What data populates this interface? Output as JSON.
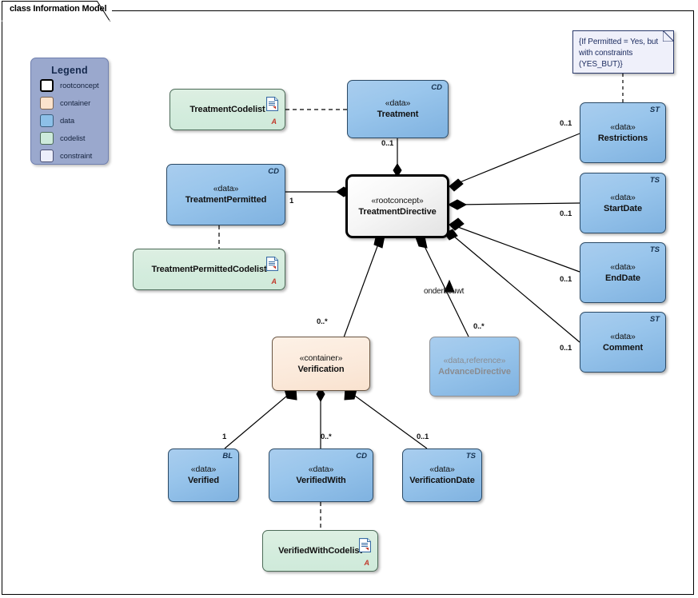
{
  "diagram": {
    "tab_label": "class Information Model",
    "title": "Information Model"
  },
  "legend": {
    "title": "Legend",
    "items": [
      {
        "label": "rootconcept",
        "color": "#ffffff",
        "swatch": "sw-root"
      },
      {
        "label": "container",
        "color": "#fbe3cd",
        "swatch": "sw-container"
      },
      {
        "label": "data",
        "color": "#8dc0e8",
        "swatch": "sw-data"
      },
      {
        "label": "codelist",
        "color": "#cdeadb",
        "swatch": "sw-codelist"
      },
      {
        "label": "constraint",
        "color": "#eceefb",
        "swatch": "sw-constraint"
      }
    ]
  },
  "note": {
    "text": "{If Permitted = Yes, but with constraints (YES_BUT)}"
  },
  "nodes": {
    "treatment_codelist": {
      "name": "TreatmentCodelist",
      "stereotype": "",
      "type_tag": "",
      "a_mark": "A"
    },
    "treatment": {
      "name": "Treatment",
      "stereotype": "«data»",
      "type_tag": "CD"
    },
    "treatment_permitted": {
      "name": "TreatmentPermitted",
      "stereotype": "«data»",
      "type_tag": "CD"
    },
    "treatment_permitted_codelist": {
      "name": "TreatmentPermittedCodelist",
      "stereotype": "",
      "type_tag": "",
      "a_mark": "A"
    },
    "treatment_directive": {
      "name": "TreatmentDirective",
      "stereotype": "«rootconcept»",
      "type_tag": ""
    },
    "restrictions": {
      "name": "Restrictions",
      "stereotype": "«data»",
      "type_tag": "ST"
    },
    "start_date": {
      "name": "StartDate",
      "stereotype": "«data»",
      "type_tag": "TS"
    },
    "end_date": {
      "name": "EndDate",
      "stereotype": "«data»",
      "type_tag": "TS"
    },
    "comment": {
      "name": "Comment",
      "stereotype": "«data»",
      "type_tag": "ST"
    },
    "verification": {
      "name": "Verification",
      "stereotype": "«container»",
      "type_tag": ""
    },
    "advance_directive": {
      "name": "AdvanceDirective",
      "stereotype": "«data,reference»",
      "type_tag": ""
    },
    "verified": {
      "name": "Verified",
      "stereotype": "«data»",
      "type_tag": "BL"
    },
    "verified_with": {
      "name": "VerifiedWith",
      "stereotype": "«data»",
      "type_tag": "CD"
    },
    "verification_date": {
      "name": "VerificationDate",
      "stereotype": "«data»",
      "type_tag": "TS"
    },
    "verified_with_codelist": {
      "name": "VerifiedWithCodelist",
      "stereotype": "",
      "type_tag": "",
      "a_mark": "A"
    }
  },
  "edge_labels": {
    "treatment_mult": "0..1",
    "treatment_permitted_mult": "1",
    "restrictions_mult": "0..1",
    "start_date_mult": "0..1",
    "end_date_mult": "0..1",
    "comment_mult": "0..1",
    "verification_mult": "0..*",
    "advance_directive_mult": "0..*",
    "advance_directive_role": "onderbouwt",
    "verified_mult": "1",
    "verified_with_mult": "0..*",
    "verification_date_mult": "0..1"
  }
}
